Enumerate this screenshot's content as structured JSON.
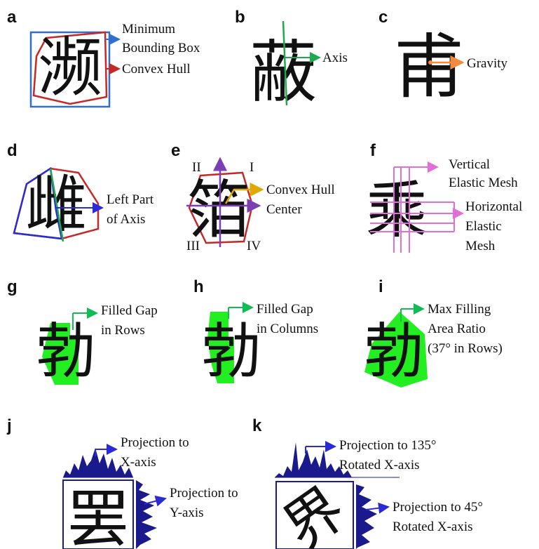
{
  "panels": [
    {
      "letter": "a",
      "glyph": "濒",
      "labels": [
        "Minimum",
        "Bounding Box",
        "Convex Hull"
      ]
    },
    {
      "letter": "b",
      "glyph": "蔽",
      "labels": [
        "Axis"
      ]
    },
    {
      "letter": "c",
      "glyph": "甫",
      "labels": [
        "Gravity"
      ]
    },
    {
      "letter": "d",
      "glyph": "雌",
      "labels": [
        "Left Part",
        "of Axis"
      ]
    },
    {
      "letter": "e",
      "glyph": "箔",
      "labels": [
        "Convex Hull",
        "Center"
      ],
      "quadrants": [
        "II",
        "I",
        "III",
        "IV"
      ]
    },
    {
      "letter": "f",
      "glyph": "乘",
      "labels": [
        "Vertical",
        "Elastic Mesh",
        "Horizontal",
        "Elastic",
        "Mesh"
      ]
    },
    {
      "letter": "g",
      "glyph": "勃",
      "labels": [
        "Filled Gap",
        "in Rows"
      ]
    },
    {
      "letter": "h",
      "glyph": "勃",
      "labels": [
        "Filled Gap",
        "in Columns"
      ]
    },
    {
      "letter": "i",
      "glyph": "勃",
      "labels": [
        "Max Filling",
        "Area Ratio",
        "(37° in Rows)"
      ]
    },
    {
      "letter": "j",
      "glyph": "罢",
      "labels": [
        "Projection to",
        "X-axis",
        "Projection to",
        "Y-axis"
      ]
    },
    {
      "letter": "k",
      "glyph": "界",
      "labels": [
        "Projection to 135°",
        "Rotated X-axis",
        "Projection to 45°",
        "Rotated X-axis"
      ]
    }
  ],
  "colors": {
    "bounding_box": "#2f6fd1",
    "convex_hull": "#c62828",
    "axis": "#1fa84f",
    "gravity": "#f28c3c",
    "left_axis": "#2b2bd6",
    "quadrant_axes": "#7b3fb3",
    "hull_center": "#e0a800",
    "elastic_mesh": "#e070d8",
    "filled_gap": "#22ee22",
    "fill_arrow": "#11bb55",
    "projection": "#1a1a8c",
    "projection_arrow": "#2b2bd6"
  }
}
